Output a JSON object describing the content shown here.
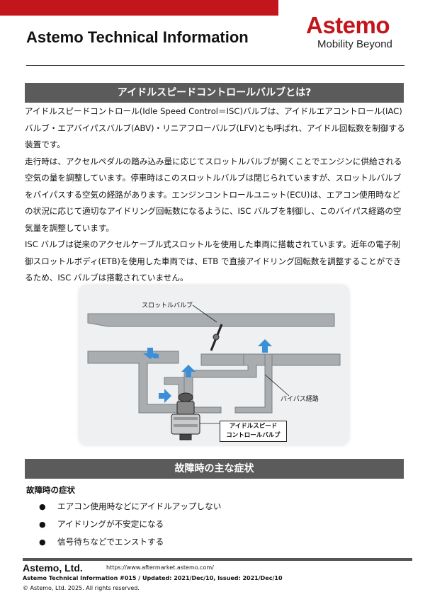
{
  "header": {
    "title": "Astemo Technical Information",
    "brand_name": "Astemo",
    "brand_tagline": "Mobility Beyond",
    "brand_color": "#c3161c"
  },
  "section1": {
    "heading": "アイドルスピードコントロールバルブとは?",
    "paragraphs": [
      "アイドルスピードコントロール(Idle Speed Control＝ISC)バルブは、アイドルエアコントロール(IAC)バルブ・エアバイパスバルブ(ABV)・リニアフローバルブ(LFV)とも呼ばれ、アイドル回転数を制御する装置です。",
      "走行時は、アクセルペダルの踏み込み量に応じてスロットルバルブが開くことでエンジンに供給される空気の量を調整しています。停車時はこのスロットルバルブは閉じられていますが、スロットルバルブをバイパスする空気の経路があります。エンジンコントロールユニット(ECU)は、エアコン使用時などの状況に応じて適切なアイドリング回転数になるように、ISC バルブを制御し、このバイパス経路の空気量を調整しています。",
      "ISC バルブは従来のアクセルケーブル式スロットルを使用した車両に搭載されています。近年の電子制御スロットルボディ(ETB)を使用した車両では、ETB で直接アイドリング回転数を調整することができるため、ISC バルブは搭載されていません。"
    ]
  },
  "diagram": {
    "label_throttle": "スロットルバルブ",
    "label_bypass": "バイパス経路",
    "label_isc_line1": "アイドルスピード",
    "label_isc_line2": "コントロールバルブ",
    "arrow_color": "#3a8fd6"
  },
  "section2": {
    "heading": "故障時の主な症状",
    "subheading": "故障時の症状",
    "items": [
      "エアコン使用時などにアイドルアップしない",
      "アイドリングが不安定になる",
      "信号待ちなどでエンストする"
    ],
    "bullet": "●"
  },
  "footer": {
    "company": "Astemo, Ltd.",
    "url": "https://www.aftermarket.astemo.com/",
    "info": "Astemo Technical Information #015 / Updated: 2021/Dec/10, Issued: 2021/Dec/10",
    "copyright": "© Astemo, Ltd. 2025. All rights reserved."
  }
}
